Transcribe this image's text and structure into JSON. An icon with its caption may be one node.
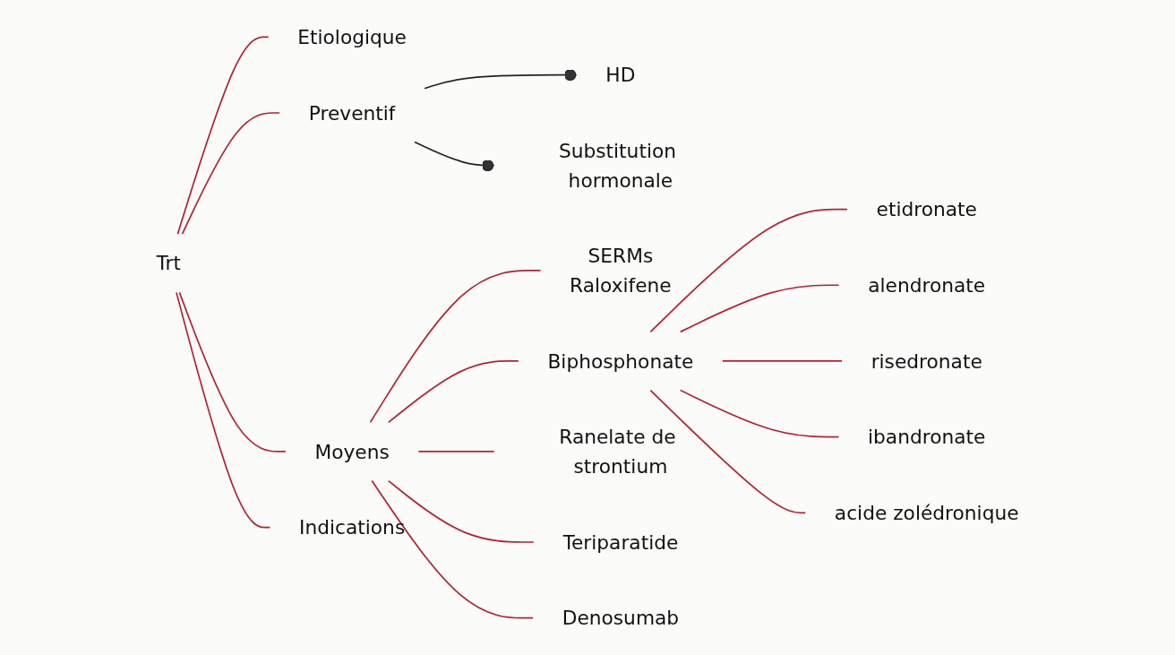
{
  "diagram": {
    "nodes": [
      {
        "text": [
          "Trt"
        ]
      },
      {
        "text": [
          "Etiologique"
        ]
      },
      {
        "text": [
          "Preventif"
        ]
      },
      {
        "text": [
          "HD"
        ]
      },
      {
        "text": [
          "Substitution hormonale"
        ]
      },
      {
        "text": [
          "Moyens"
        ]
      },
      {
        "text": [
          "SERMs"
        ],
        "beside": [
          "Raloxifene"
        ]
      },
      {
        "text": [
          "Biphosphonate"
        ]
      },
      {
        "text": [
          "etidronate"
        ]
      },
      {
        "text": [
          "alendronate"
        ]
      },
      {
        "text": [
          "risedronate"
        ]
      },
      {
        "text": [
          "ibandronate"
        ]
      },
      {
        "text": [
          "acide zolédronique"
        ]
      },
      {
        "text": [
          "Ranelate de strontium"
        ]
      },
      {
        "text": [
          "Teriparatide"
        ]
      },
      {
        "text": [
          "Denosumab"
        ]
      },
      {
        "text": [
          "Indications"
        ]
      }
    ],
    "edges": [
      {
        "from": 0,
        "to": 1,
        "arrow": "none"
      },
      {
        "from": 0,
        "to": 2,
        "arrow": "none"
      },
      {
        "from": 2,
        "to": 3,
        "arrow": "other",
        "color": "#222222"
      },
      {
        "from": 2,
        "to": 4,
        "arrow": "other",
        "color": "#222222"
      },
      {
        "from": 0,
        "to": 5,
        "arrow": "none"
      },
      {
        "from": 5,
        "to": 6,
        "arrow": "none"
      },
      {
        "from": 5,
        "to": 7,
        "arrow": "none"
      },
      {
        "from": 7,
        "to": 8,
        "arrow": "none"
      },
      {
        "from": 7,
        "to": 9,
        "arrow": "none"
      },
      {
        "from": 7,
        "to": 10,
        "arrow": "none"
      },
      {
        "from": 7,
        "to": 11,
        "arrow": "none"
      },
      {
        "from": 7,
        "to": 12,
        "arrow": "none"
      },
      {
        "from": 5,
        "to": 13,
        "arrow": "none"
      },
      {
        "from": 5,
        "to": 14,
        "arrow": "none"
      },
      {
        "from": 5,
        "to": 15,
        "arrow": "none"
      },
      {
        "from": 0,
        "to": 16,
        "arrow": "none"
      }
    ]
  }
}
